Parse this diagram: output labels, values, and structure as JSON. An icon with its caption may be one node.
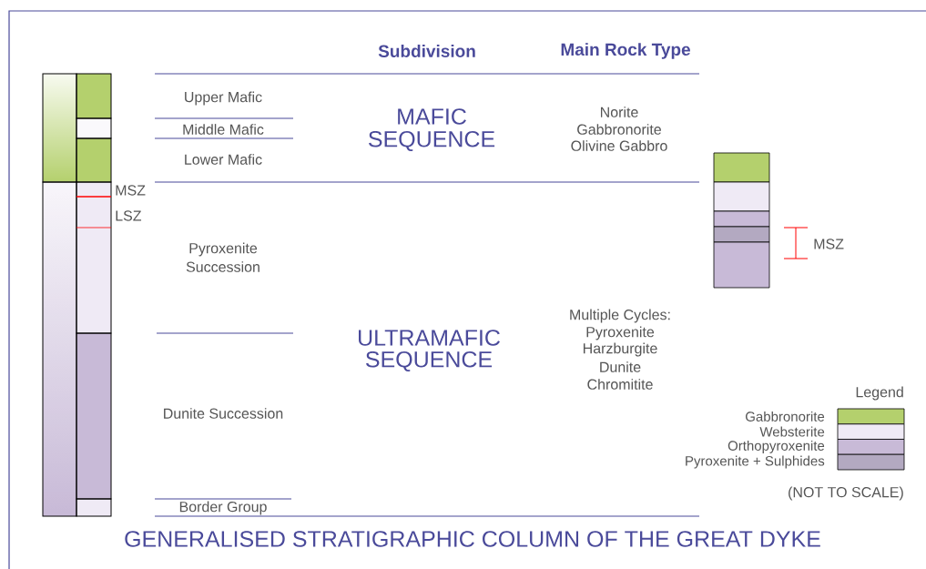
{
  "diagram": {
    "caption": "GENERALISED STRATIGRAPHIC COLUMN OF THE GREAT DYKE",
    "labels": [
      "Subdivision",
      "Main Rock Type",
      "Upper Mafic",
      "MAFIC",
      "SEQUENCE",
      "Norite",
      "Gabbronorite",
      "Olivine Gabbro",
      "Middle Mafic",
      "Lower Mafic",
      "MSZ",
      "LSZ",
      "Pyroxenite",
      "Succession",
      "MSZ",
      "Multiple Cycles:",
      "Pyroxenite",
      "ULTRAMAFIC",
      "Harzburgite",
      "SEQUENCE",
      "Dunite",
      "Chromitite",
      "Legend",
      "Dunite Succession",
      "(NOT TO SCALE)",
      "Border Group"
    ],
    "legend": [
      {
        "text": "Gabbronorite",
        "color": "#b4d06d"
      },
      {
        "text": "Websterite",
        "color": "#efeaf5"
      },
      {
        "text": "Orthopyroxenite",
        "color": "#c8bad7"
      },
      {
        "text": "Pyroxenite + Sulphides",
        "color": "#b3a9c1"
      }
    ]
  }
}
